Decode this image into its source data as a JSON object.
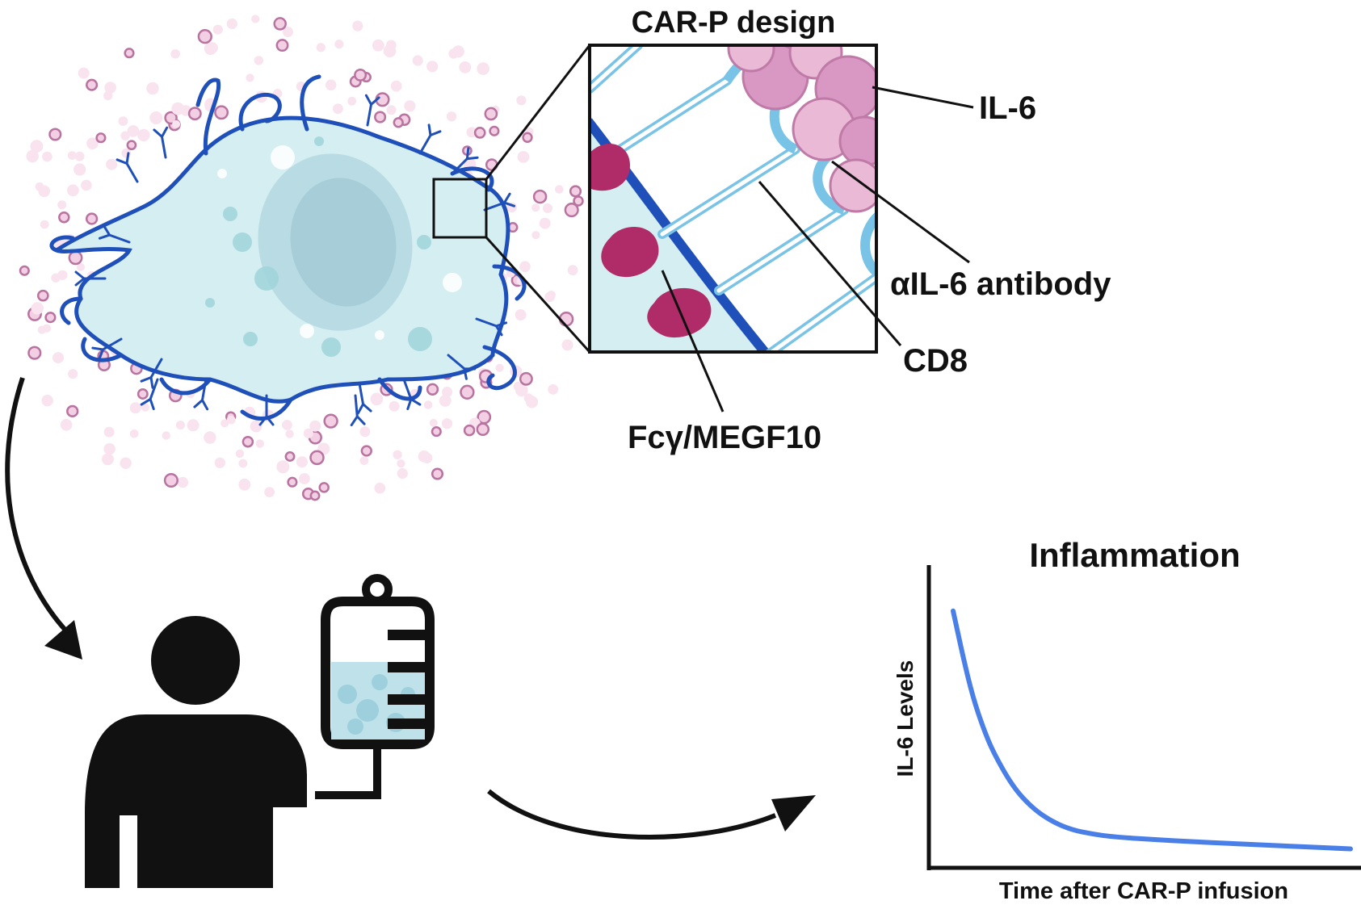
{
  "figure": {
    "inset_title": "CAR-P design",
    "labels": {
      "il6": "IL-6",
      "antibody": "αIL-6 antibody",
      "cd8": "CD8",
      "fc": "Fcγ/MEGF10"
    },
    "chart_title": "Inflammation"
  },
  "colors": {
    "membrane": "#1f4fb8",
    "cytoplasm": "#d4eef2",
    "nucleus": "#aed1da",
    "receptor": "#79c3e6",
    "il6_fill": "#e9b9d6",
    "il6_stroke": "#c07aa8",
    "fc_domain": "#b02c68",
    "curve": "#4a7fe8",
    "ink": "#111111"
  },
  "chart_data": {
    "type": "line",
    "title": "Inflammation",
    "xlabel": "Time after CAR-P infusion",
    "ylabel": "IL-6 Levels",
    "grid": false,
    "legend": "none",
    "xlim": [
      0,
      10
    ],
    "ylim": [
      0,
      1
    ],
    "series": [
      {
        "x": [
          0,
          0.25,
          0.5,
          0.75,
          1,
          1.5,
          2,
          2.5,
          3,
          3.5,
          4,
          5,
          6,
          7,
          8,
          9,
          10
        ],
        "values": [
          0.95,
          0.78,
          0.63,
          0.52,
          0.43,
          0.3,
          0.22,
          0.17,
          0.14,
          0.125,
          0.115,
          0.105,
          0.097,
          0.09,
          0.083,
          0.077,
          0.07
        ]
      }
    ]
  }
}
